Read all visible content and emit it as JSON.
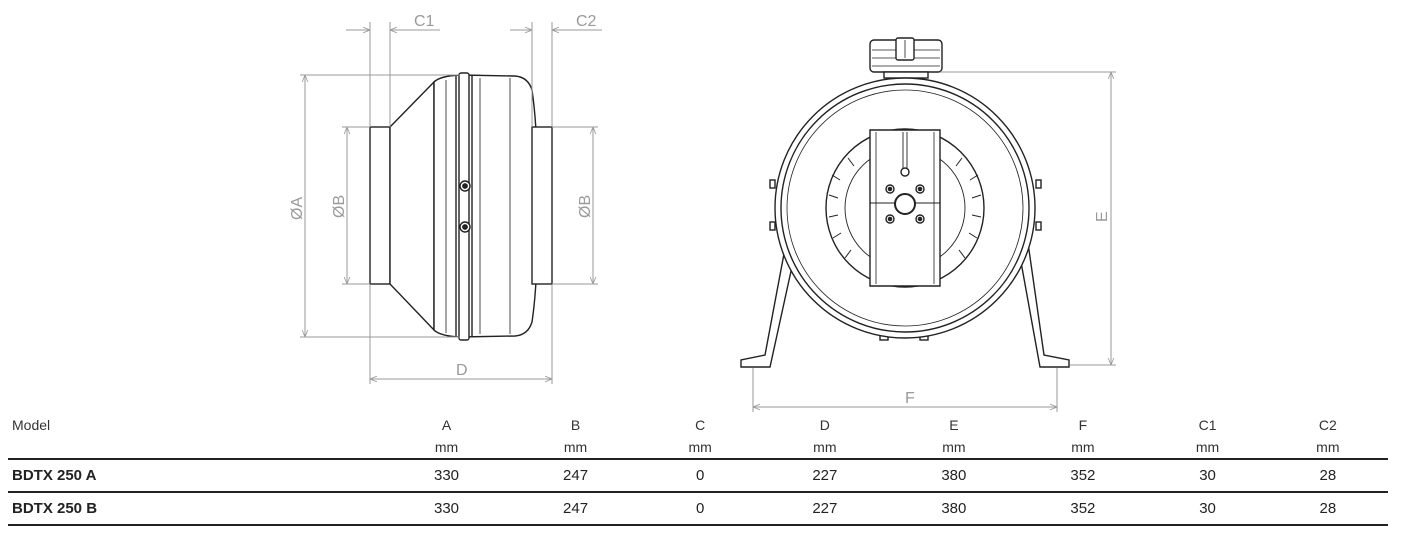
{
  "drawing": {
    "side_view": {
      "label_c1": "C1",
      "label_c2": "C2",
      "label_a": "ØA",
      "label_b_inlet": "ØB",
      "label_b_outlet": "ØB",
      "label_d": "D"
    },
    "front_view": {
      "label_e": "E",
      "label_f": "F"
    }
  },
  "table": {
    "model_header": "Model",
    "columns": [
      {
        "name": "A",
        "unit": "mm"
      },
      {
        "name": "B",
        "unit": "mm"
      },
      {
        "name": "C",
        "unit": "mm"
      },
      {
        "name": "D",
        "unit": "mm"
      },
      {
        "name": "E",
        "unit": "mm"
      },
      {
        "name": "F",
        "unit": "mm"
      },
      {
        "name": "C1",
        "unit": "mm"
      },
      {
        "name": "C2",
        "unit": "mm"
      }
    ],
    "rows": [
      {
        "model": "BDTX 250 A",
        "values": [
          "330",
          "247",
          "0",
          "227",
          "380",
          "352",
          "30",
          "28"
        ]
      },
      {
        "model": "BDTX 250 B",
        "values": [
          "330",
          "247",
          "0",
          "227",
          "380",
          "352",
          "30",
          "28"
        ]
      }
    ]
  }
}
